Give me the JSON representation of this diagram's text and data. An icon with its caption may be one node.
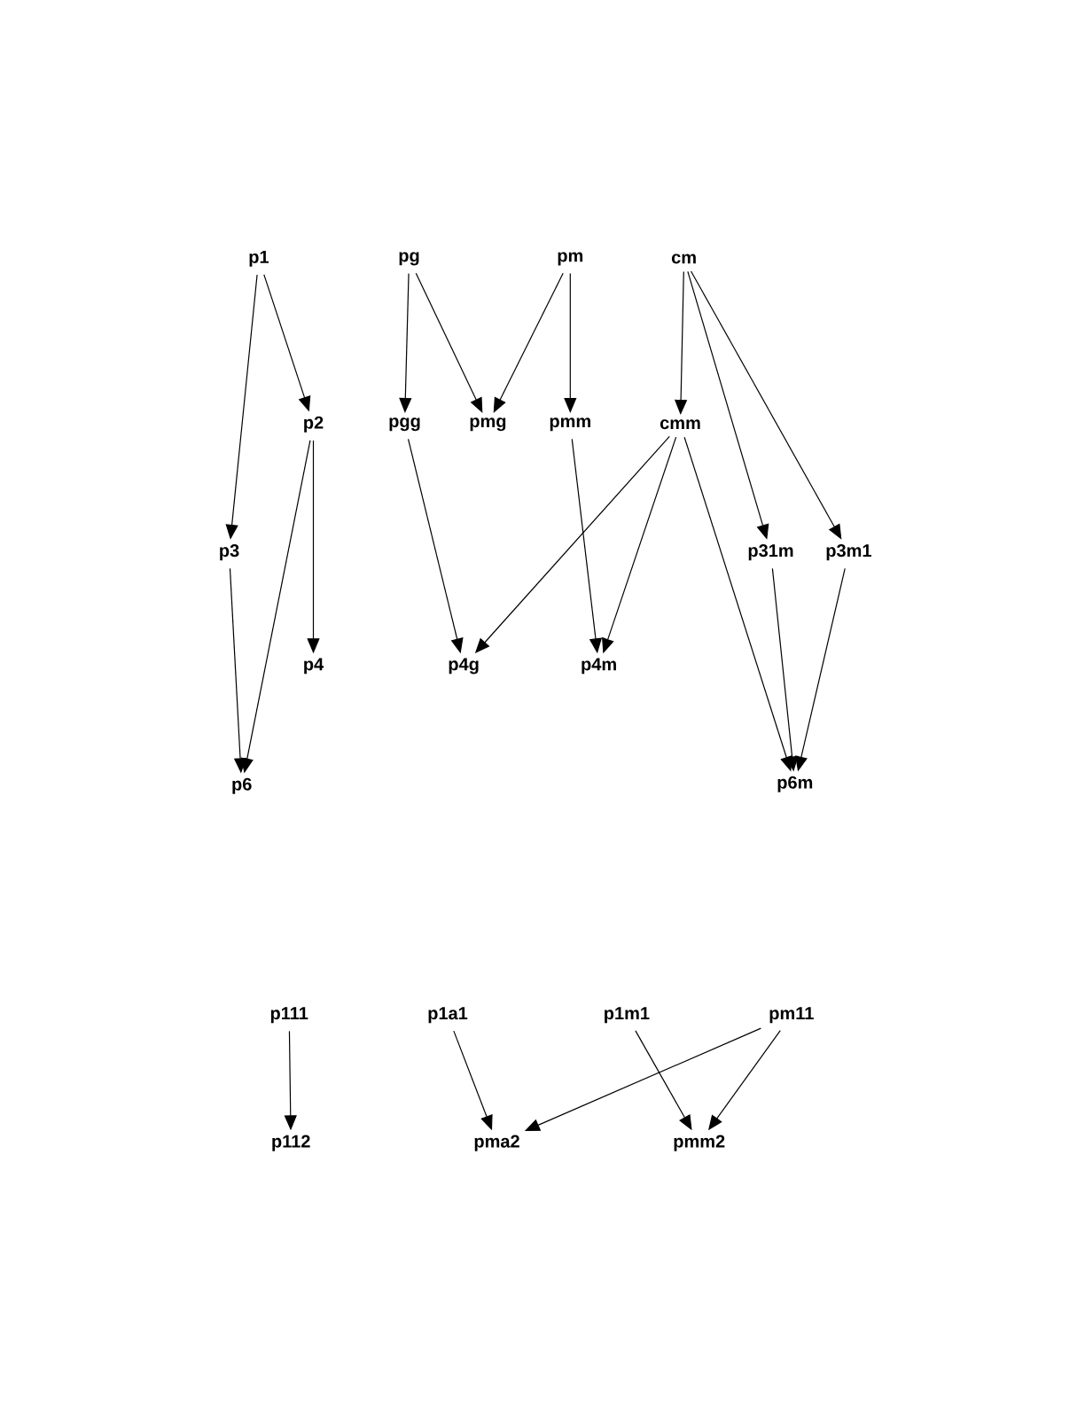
{
  "diagram": {
    "nodes": [
      {
        "text": [
          "p1"
        ]
      },
      {
        "text": [
          "pg"
        ]
      },
      {
        "text": [
          "pm"
        ]
      },
      {
        "text": [
          "cm"
        ]
      },
      {
        "text": [
          "p2"
        ]
      },
      {
        "text": [
          "pgg"
        ]
      },
      {
        "text": [
          "pmg"
        ]
      },
      {
        "text": [
          "pmm"
        ]
      },
      {
        "text": [
          "cmm"
        ]
      },
      {
        "text": [
          "p3"
        ]
      },
      {
        "text": [
          "p31m"
        ]
      },
      {
        "text": [
          "p3m1"
        ]
      },
      {
        "text": [
          "p4"
        ]
      },
      {
        "text": [
          "p4g"
        ]
      },
      {
        "text": [
          "p4m"
        ]
      },
      {
        "text": [
          "p6"
        ]
      },
      {
        "text": [
          "p6m"
        ]
      },
      {
        "text": [
          "p111"
        ]
      },
      {
        "text": [
          "p1a1"
        ]
      },
      {
        "text": [
          "p1m1"
        ]
      },
      {
        "text": [
          "pm11"
        ]
      },
      {
        "text": [
          "p112"
        ]
      },
      {
        "text": [
          "pma2"
        ]
      },
      {
        "text": [
          "pmm2"
        ]
      }
    ],
    "edges": [
      {
        "from": 0,
        "to": 4,
        "arrow": "to"
      },
      {
        "from": 0,
        "to": 9,
        "arrow": "to"
      },
      {
        "from": 1,
        "to": 5,
        "arrow": "to"
      },
      {
        "from": 1,
        "to": 6,
        "arrow": "to"
      },
      {
        "from": 2,
        "to": 6,
        "arrow": "to"
      },
      {
        "from": 2,
        "to": 7,
        "arrow": "to"
      },
      {
        "from": 3,
        "to": 8,
        "arrow": "to"
      },
      {
        "from": 3,
        "to": 10,
        "arrow": "to"
      },
      {
        "from": 3,
        "to": 11,
        "arrow": "to"
      },
      {
        "from": 4,
        "to": 12,
        "arrow": "to"
      },
      {
        "from": 4,
        "to": 15,
        "arrow": "to"
      },
      {
        "from": 9,
        "to": 15,
        "arrow": "to"
      },
      {
        "from": 5,
        "to": 13,
        "arrow": "to"
      },
      {
        "from": 8,
        "to": 13,
        "arrow": "to"
      },
      {
        "from": 7,
        "to": 14,
        "arrow": "to"
      },
      {
        "from": 8,
        "to": 14,
        "arrow": "to"
      },
      {
        "from": 8,
        "to": 16,
        "arrow": "to"
      },
      {
        "from": 10,
        "to": 16,
        "arrow": "to"
      },
      {
        "from": 11,
        "to": 16,
        "arrow": "to"
      },
      {
        "from": 17,
        "to": 21,
        "arrow": "to"
      },
      {
        "from": 18,
        "to": 22,
        "arrow": "to"
      },
      {
        "from": 20,
        "to": 22,
        "arrow": "to"
      },
      {
        "from": 19,
        "to": 23,
        "arrow": "to"
      },
      {
        "from": 20,
        "to": 23,
        "arrow": "to"
      }
    ]
  }
}
